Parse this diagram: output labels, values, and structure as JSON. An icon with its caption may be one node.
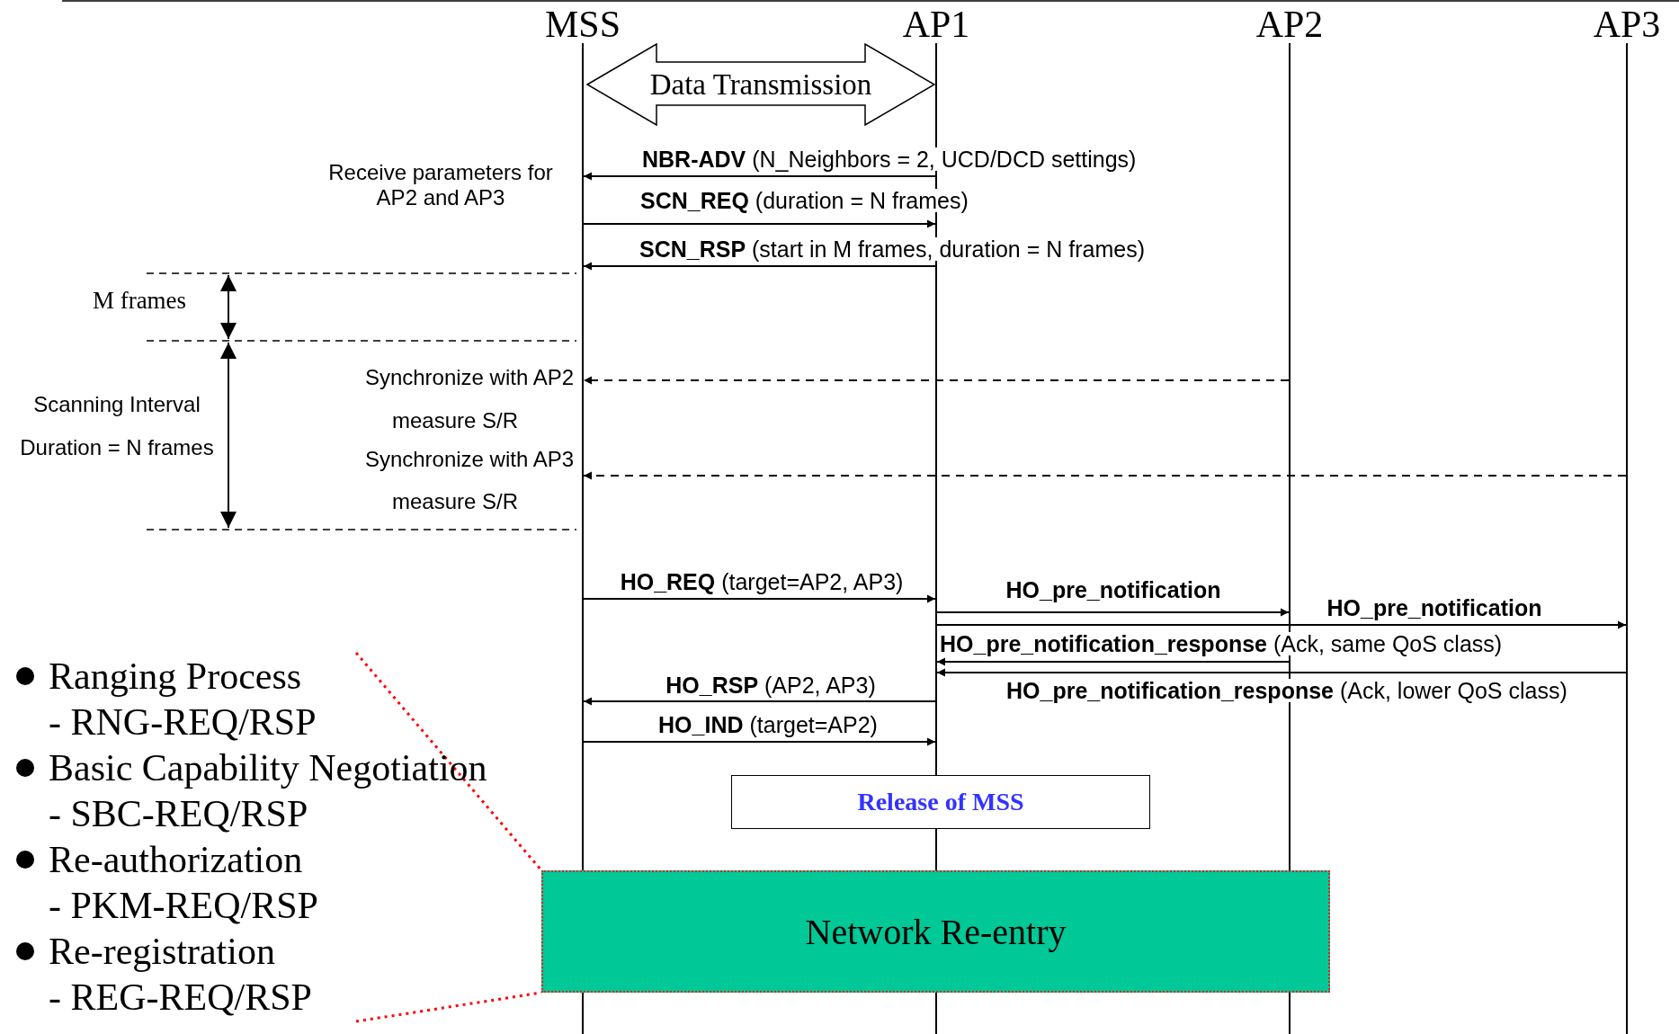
{
  "diagram": {
    "nodes": [
      {
        "text": [
          "MSS"
        ]
      },
      {
        "text": [
          "AP1"
        ]
      },
      {
        "text": [
          "AP2"
        ]
      },
      {
        "text": [
          "AP3"
        ]
      },
      {
        "text": [
          "Data Transmission"
        ]
      },
      {
        "text": [
          "Release of MSS"
        ]
      },
      {
        "text": [
          "Ranging Process",
          "- RNG-REQ/RSP",
          "Basic Capability Negotiation",
          "- SBC-REQ/RSP",
          "Re-authorization",
          "- PKM-REQ/RSP",
          "Re-registration",
          "- REG-REQ/RSP"
        ]
      },
      {
        "text": [
          "Network Re-entry"
        ]
      }
    ],
    "edges": [
      {
        "from": 1,
        "to": 0,
        "arrow": "to",
        "label": "**NBR-ADV** (N_Neighbors = 2, UCD/DCD settings)"
      },
      {
        "from": 0,
        "to": 1,
        "arrow": "to",
        "label": "**SCN_REQ** (duration = N frames)"
      },
      {
        "from": 1,
        "to": 0,
        "arrow": "to",
        "label": "**SCN_RSP** (start in M frames, duration = N frames)"
      },
      {
        "from": 2,
        "to": 0,
        "arrow": "to",
        "style": "dashed"
      },
      {
        "from": 3,
        "to": 0,
        "arrow": "to",
        "style": "dashed"
      },
      {
        "from": 0,
        "to": 1,
        "arrow": "to",
        "label": "**HO_REQ** (target=AP2, AP3)"
      },
      {
        "from": 1,
        "to": 2,
        "arrow": "to",
        "label": "**HO_pre_notification**"
      },
      {
        "from": 1,
        "to": 3,
        "arrow": "to",
        "label": "**HO_pre_notification**"
      },
      {
        "from": 2,
        "to": 1,
        "arrow": "to",
        "label": "**HO_pre_notification_response** (Ack, same QoS class)"
      },
      {
        "from": 3,
        "to": 1,
        "arrow": "to",
        "label": "**HO_pre_notification_response** (Ack, lower QoS class)"
      },
      {
        "from": 1,
        "to": 0,
        "arrow": "to",
        "label": "**HO_RSP** (AP2, AP3)"
      },
      {
        "from": 0,
        "to": 1,
        "arrow": "to",
        "label": "**HO_IND** (target=AP2)"
      },
      {
        "from": 6,
        "to": 7,
        "arrow": "none",
        "style": "dashed",
        "color": "#ff0000"
      },
      {
        "from": 6,
        "to": 7,
        "arrow": "none",
        "style": "dashed",
        "color": "#ff0000"
      }
    ],
    "labels": [
      "Receive parameters for AP2 and AP3",
      "M frames",
      "Scanning Interval Duration = N frames",
      "Synchronize with AP2",
      "measure S/R",
      "Synchronize with AP3",
      "measure S/R"
    ]
  }
}
